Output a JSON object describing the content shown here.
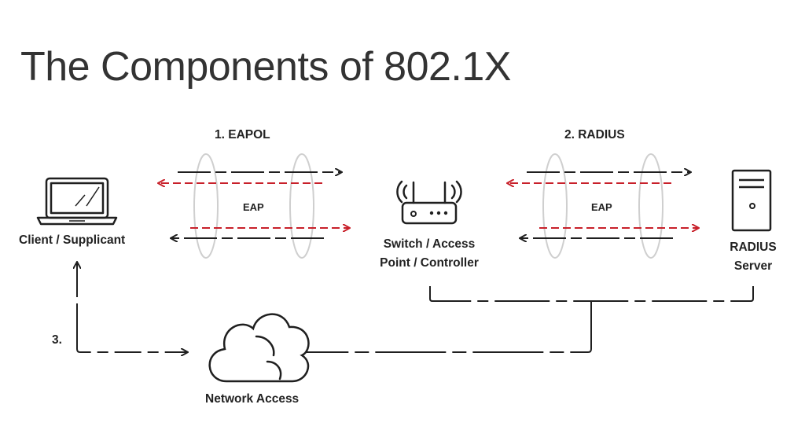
{
  "title": "The Components of 802.1X",
  "sections": {
    "eapol": "1. EAPOL",
    "radius": "2. RADIUS",
    "step3": "3."
  },
  "nodes": {
    "client": "Client / Supplicant",
    "switch_line1": "Switch / Access",
    "switch_line2": "Point / Controller",
    "radius_line1": "RADIUS",
    "radius_line2": "Server",
    "network": "Network Access"
  },
  "tunnels": {
    "left_label": "EAP",
    "right_label": "EAP"
  },
  "colors": {
    "line": "#1f1f1f",
    "accent": "#c8202a",
    "ring": "#cfcfcf"
  },
  "icons": [
    "laptop-icon",
    "router-icon",
    "server-icon",
    "cloud-icon"
  ]
}
